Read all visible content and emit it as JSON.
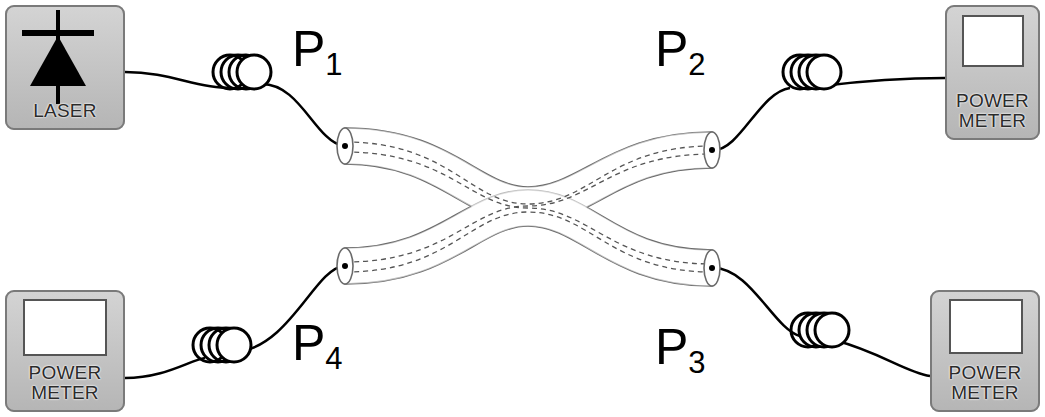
{
  "diagram": {
    "nodes": [
      {
        "text": [
          "LASER"
        ]
      },
      {
        "text": [
          "POWER METER"
        ]
      },
      {
        "text": [
          "POWER METER"
        ]
      },
      {
        "text": [
          "POWER METER"
        ]
      }
    ],
    "labels": [
      "P1",
      "P2",
      "P4",
      "P3"
    ]
  }
}
